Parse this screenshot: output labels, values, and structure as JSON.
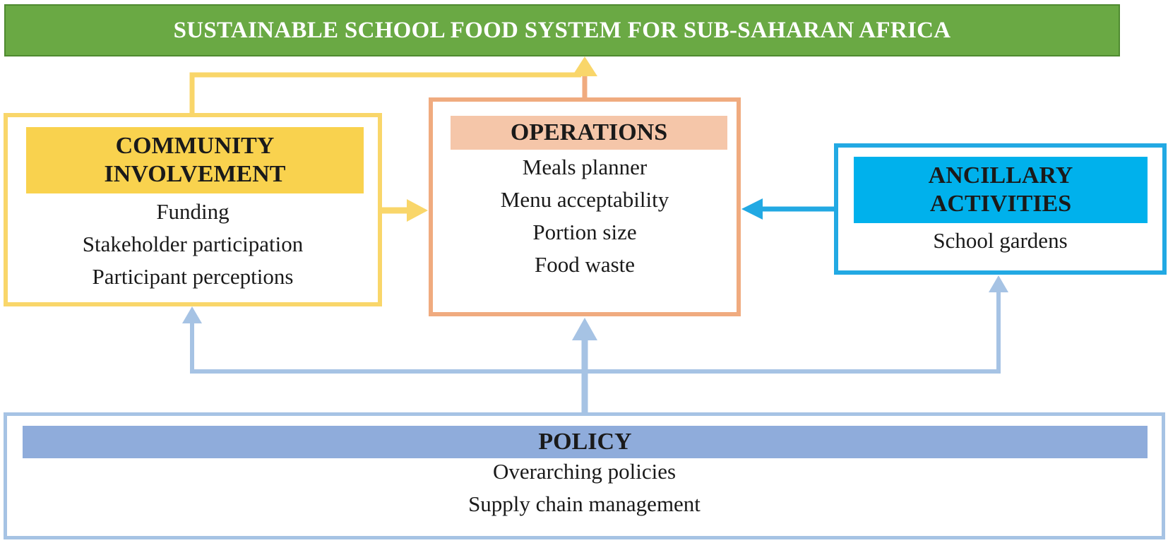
{
  "title": "SUSTAINABLE SCHOOL FOOD SYSTEM FOR SUB-SAHARAN AFRICA",
  "community": {
    "heading_line1": "COMMUNITY",
    "heading_line2": "INVOLVEMENT",
    "items": [
      "Funding",
      "Stakeholder participation",
      "Participant perceptions"
    ]
  },
  "operations": {
    "heading": "OPERATIONS",
    "items": [
      "Meals planner",
      "Menu acceptability",
      "Portion size",
      "Food waste"
    ]
  },
  "ancillary": {
    "heading_line1": "ANCILLARY",
    "heading_line2": "ACTIVITIES",
    "items": [
      "School gardens"
    ]
  },
  "policy": {
    "heading": "POLICY",
    "items": [
      "Overarching policies",
      "Supply chain management"
    ]
  },
  "colors": {
    "title_green": "#6aa944",
    "community_yellow": "#f9d24e",
    "community_border": "#f9d66a",
    "operations_salmon": "#f0ab7f",
    "ancillary_blue": "#22a9e3",
    "policy_blue": "#8facdb",
    "policy_arrow": "#a6c3e4"
  }
}
